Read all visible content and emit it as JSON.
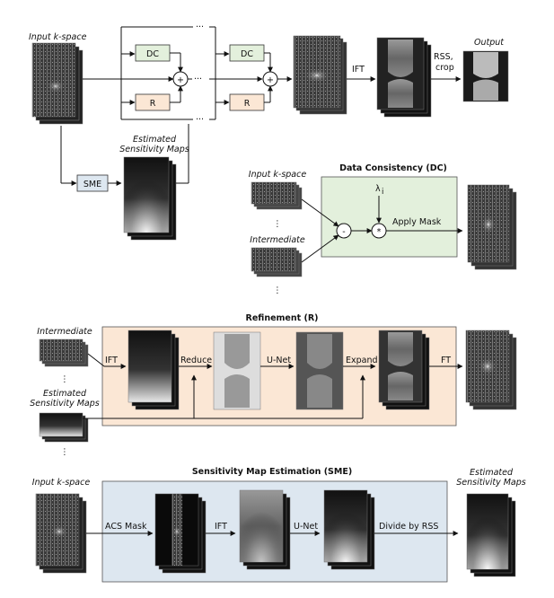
{
  "top": {
    "input_kspace": "Input k-space",
    "dc": "DC",
    "r": "R",
    "plus": "+",
    "ift": "IFT",
    "rss_crop_1": "RSS,",
    "rss_crop_2": "crop",
    "output": "Output",
    "est_maps_1": "Estimated",
    "est_maps_2": "Sensitivity Maps",
    "sme": "SME"
  },
  "dc_block": {
    "title": "Data Consistency (DC)",
    "input_kspace": "Input k-space",
    "intermediate": "Intermediate",
    "dots": "⋮",
    "minus": "-",
    "times": "*",
    "lambda": "λ",
    "lambda_sub": "i",
    "apply_mask": "Apply Mask"
  },
  "r_block": {
    "title": "Refinement (R)",
    "intermediate": "Intermediate",
    "est_maps_1": "Estimated",
    "est_maps_2": "Sensitivity Maps",
    "dots": "⋮",
    "ift": "IFT",
    "reduce": "Reduce",
    "unet": "U-Net",
    "expand": "Expand",
    "ft": "FT"
  },
  "sme_block": {
    "title": "Sensitivity Map Estimation (SME)",
    "input_kspace": "Input k-space",
    "acs_mask": "ACS Mask",
    "ift": "IFT",
    "unet": "U-Net",
    "divide": "Divide by RSS",
    "est_maps_1": "Estimated",
    "est_maps_2": "Sensitivity Maps"
  },
  "colors": {
    "dc_fill": "#e3f0dc",
    "r_fill": "#fbe7d5",
    "sme_fill": "#dde7f0"
  }
}
